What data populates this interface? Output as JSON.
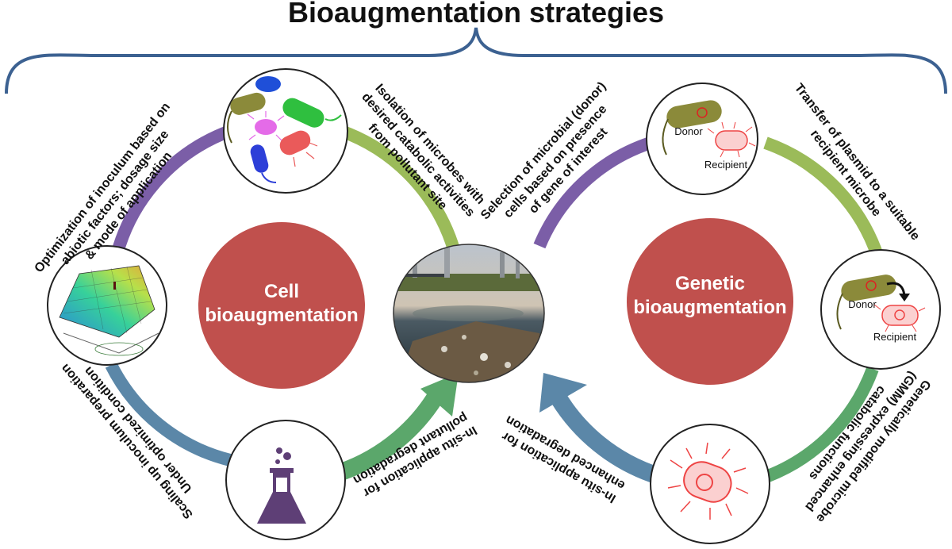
{
  "title": "Bioaugmentation strategies",
  "colors": {
    "bracket": "#3c6191",
    "purple": "#7b5ea7",
    "green": "#9bbb59",
    "teal": "#5ba76b",
    "blue": "#5b87a8",
    "red_circle": "#c0504d",
    "flask": "#5e3f76"
  },
  "left_cycle": {
    "center_label_line1": "Cell",
    "center_label_line2": "bioaugmentation",
    "step_optimization_line1": "Optimization of inoculum based on",
    "step_optimization_line2": "abiotic factors; dosage size",
    "step_optimization_line3": "& mode of application",
    "step_isolation_line1": "Isolation of microbes with",
    "step_isolation_line2": "desired catabolic activities",
    "step_isolation_line3": "from pollutant site",
    "step_insitu_line1": "In-situ application for",
    "step_insitu_line2": "pollutant degradation",
    "step_scaling_line1": "Scaling up inoculum preparation",
    "step_scaling_line2": "Under optimized condition",
    "icons": [
      "microbes-icon",
      "surface-plot-icon",
      "flask-icon"
    ]
  },
  "right_cycle": {
    "center_label_line1": "Genetic",
    "center_label_line2": "bioaugmentation",
    "step_selection_line1": "Selection of microbial (donor)",
    "step_selection_line2": "cells based on presence",
    "step_selection_line3": "of gene of interest",
    "step_transfer_line1": "Transfer of plasmid to a suitable",
    "step_transfer_line2": "recipient microbe",
    "step_gmm_line1": "Genetically modified microbe",
    "step_gmm_line2": "(GMM) expressing enhanced",
    "step_gmm_line3": "catabolic functions",
    "step_insitu_line1": "In-situ application for",
    "step_insitu_line2": "enhanced degradation",
    "donor_label_1": "Donor",
    "recipient_label_1": "Recipient",
    "donor_label_2": "Donor",
    "recipient_label_2": "Recipient",
    "icons": [
      "donor-recipient-icon",
      "plasmid-transfer-icon",
      "gmm-bacterium-icon"
    ]
  },
  "center_image": {
    "icon": "polluted-river-photo"
  }
}
